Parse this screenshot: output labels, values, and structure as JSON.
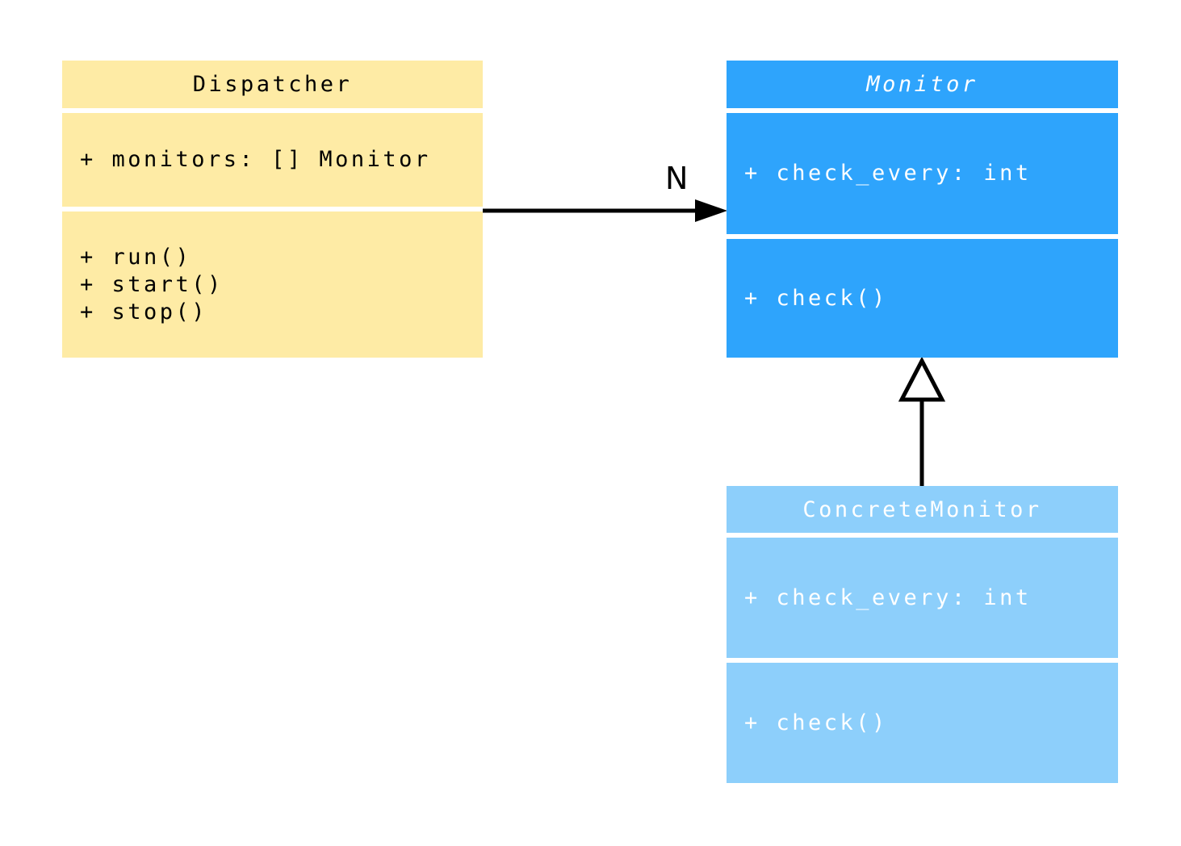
{
  "diagram": {
    "type": "uml-class-diagram",
    "background_color": "#ffffff",
    "classes": [
      {
        "id": "dispatcher",
        "name": "Dispatcher",
        "name_italic": false,
        "attributes": [
          "+ monitors: [] Monitor"
        ],
        "methods": [
          "+ run()",
          "+ start()",
          "+ stop()"
        ],
        "fill_color": "#FEEBA5",
        "text_color": "#000000"
      },
      {
        "id": "monitor",
        "name": "Monitor",
        "name_italic": true,
        "attributes": [
          "+ check_every: int"
        ],
        "methods": [
          "+ check()"
        ],
        "fill_color": "#2EA4FC",
        "text_color": "#FFFFFF"
      },
      {
        "id": "concrete-monitor",
        "name": "ConcreteMonitor",
        "name_italic": false,
        "attributes": [
          "+ check_every: int"
        ],
        "methods": [
          "+ check()"
        ],
        "fill_color": "#8DCFFB",
        "text_color": "#FFFFFF"
      }
    ],
    "relations": [
      {
        "type": "association",
        "from": "Dispatcher",
        "to": "Monitor",
        "label": "N",
        "line_color": "#000000"
      },
      {
        "type": "inheritance",
        "from": "ConcreteMonitor",
        "to": "Monitor",
        "label": "",
        "line_color": "#000000"
      }
    ]
  }
}
